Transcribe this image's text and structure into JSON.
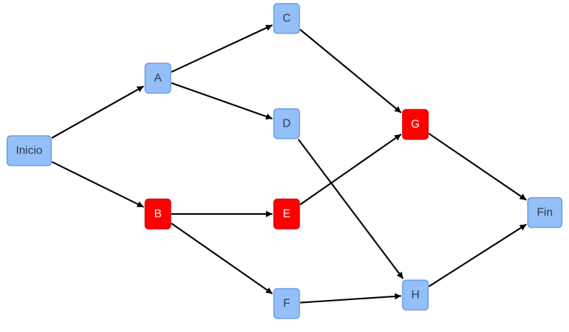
{
  "diagram": {
    "type": "directed-graph",
    "colors": {
      "normal_fill": "#94bff8",
      "normal_stroke": "#5c93e0",
      "normal_text": "#2d3a4d",
      "critical_fill": "#ff0000",
      "critical_stroke": "#d60000",
      "critical_text": "#ffffff",
      "edge": "#000000"
    },
    "nodes": [
      {
        "id": "inicio",
        "label": "Inicio",
        "critical": false
      },
      {
        "id": "a",
        "label": "A",
        "critical": false
      },
      {
        "id": "b",
        "label": "B",
        "critical": true
      },
      {
        "id": "c",
        "label": "C",
        "critical": false
      },
      {
        "id": "d",
        "label": "D",
        "critical": false
      },
      {
        "id": "e",
        "label": "E",
        "critical": true
      },
      {
        "id": "f",
        "label": "F",
        "critical": false
      },
      {
        "id": "g",
        "label": "G",
        "critical": true
      },
      {
        "id": "h",
        "label": "H",
        "critical": false
      },
      {
        "id": "fin",
        "label": "Fin",
        "critical": false
      }
    ],
    "edges": [
      {
        "from": "inicio",
        "to": "a"
      },
      {
        "from": "inicio",
        "to": "b"
      },
      {
        "from": "a",
        "to": "c"
      },
      {
        "from": "a",
        "to": "d"
      },
      {
        "from": "b",
        "to": "e"
      },
      {
        "from": "b",
        "to": "f"
      },
      {
        "from": "c",
        "to": "g"
      },
      {
        "from": "d",
        "to": "h"
      },
      {
        "from": "e",
        "to": "g"
      },
      {
        "from": "f",
        "to": "h"
      },
      {
        "from": "g",
        "to": "fin"
      },
      {
        "from": "h",
        "to": "fin"
      }
    ]
  }
}
